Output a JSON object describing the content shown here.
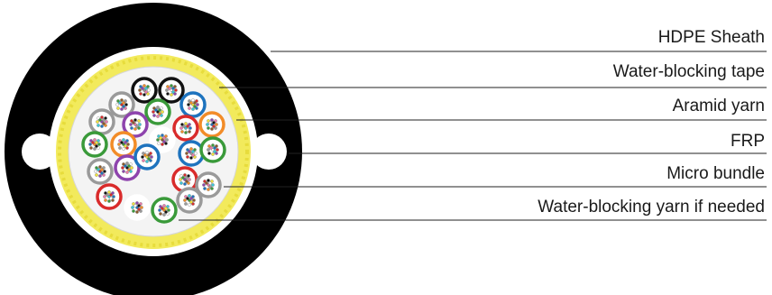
{
  "labels": [
    {
      "key": "hdpe",
      "text": "HDPE Sheath"
    },
    {
      "key": "tape",
      "text": "Water-blocking tape"
    },
    {
      "key": "aramid",
      "text": "Aramid yarn"
    },
    {
      "key": "frp",
      "text": "FRP"
    },
    {
      "key": "micro",
      "text": "Micro bundle"
    },
    {
      "key": "wbyarn",
      "text": "Water-blocking yarn if needed"
    }
  ],
  "colors": {
    "sheath": "#000000",
    "tape": "#f2ea5c",
    "aramid_ring": "#ffffff",
    "core": "#f3f3f3",
    "leader_line": "#222222"
  },
  "bundle_colors": [
    "#1e73be",
    "#f28c28",
    "#3a9a3a",
    "#8b5a2b",
    "#9a9a9a",
    "#ffffff",
    "#d92b2b",
    "#111111",
    "#f2e23b",
    "#8e44ad",
    "#e97aa9",
    "#39c6d6"
  ]
}
